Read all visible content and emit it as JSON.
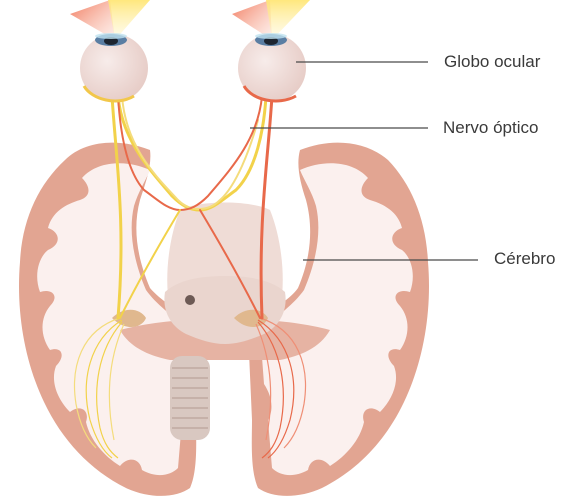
{
  "labels": {
    "eyeball": "Globo ocular",
    "optic_nerve": "Nervo óptico",
    "brain": "Cérebro"
  },
  "colors": {
    "cortex": "#e2a592",
    "white_matter": "#fbf0ee",
    "brainstem": "#d9c8c1",
    "eyeball": "#f1dfdc",
    "nerve_left": "#f2d24a",
    "nerve_right": "#e8694a",
    "leader_line": "#4a4a4a"
  }
}
